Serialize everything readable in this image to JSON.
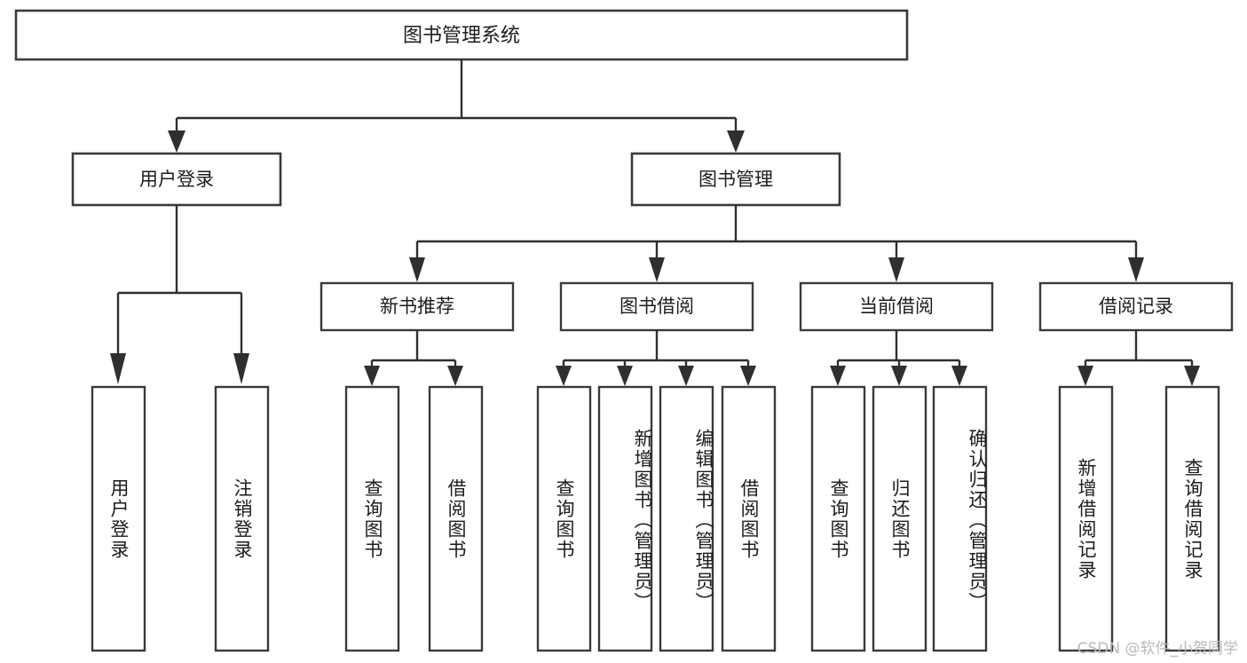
{
  "diagram": {
    "title": "图书管理系统",
    "type": "tree-hierarchy-chart",
    "watermark": "CSDN @软件_小贺同学",
    "colors": {
      "box_stroke": "#3a3a3a",
      "line": "#2f2f2f",
      "text": "#1c1c1c",
      "background": "#ffffff",
      "watermark": "#b9b9b9"
    },
    "root": {
      "label": "图书管理系统"
    },
    "level2": [
      {
        "label": "用户登录"
      },
      {
        "label": "图书管理"
      }
    ],
    "level3": [
      {
        "label": "新书推荐"
      },
      {
        "label": "图书借阅"
      },
      {
        "label": "当前借阅"
      },
      {
        "label": "借阅记录"
      }
    ],
    "leaves_user_login": [
      {
        "label": "用户登录"
      },
      {
        "label": "注销登录"
      }
    ],
    "leaves_new_books": [
      {
        "label": "查询图书"
      },
      {
        "label": "借阅图书"
      }
    ],
    "leaves_borrow": [
      {
        "label": "查询图书"
      },
      {
        "label": "新增图书（管理员）"
      },
      {
        "label": "编辑图书（管理员）"
      },
      {
        "label": "借阅图书"
      }
    ],
    "leaves_current": [
      {
        "label": "查询图书"
      },
      {
        "label": "归还图书"
      },
      {
        "label": "确认归还（管理员）"
      }
    ],
    "leaves_records": [
      {
        "label": "新增借阅记录"
      },
      {
        "label": "查询借阅记录"
      }
    ]
  },
  "chart_data": {
    "type": "table",
    "title": "图书管理系统",
    "nodes": [
      {
        "id": "root",
        "label": "图书管理系统",
        "level": 1,
        "parent": null
      },
      {
        "id": "n2a",
        "label": "用户登录",
        "level": 2,
        "parent": "root"
      },
      {
        "id": "n2b",
        "label": "图书管理",
        "level": 2,
        "parent": "root"
      },
      {
        "id": "n3a",
        "label": "用户登录",
        "level": 3,
        "parent": "n2a"
      },
      {
        "id": "n3b",
        "label": "注销登录",
        "level": 3,
        "parent": "n2a"
      },
      {
        "id": "n3c",
        "label": "新书推荐",
        "level": 3,
        "parent": "n2b"
      },
      {
        "id": "n3d",
        "label": "图书借阅",
        "level": 3,
        "parent": "n2b"
      },
      {
        "id": "n3e",
        "label": "当前借阅",
        "level": 3,
        "parent": "n2b"
      },
      {
        "id": "n3f",
        "label": "借阅记录",
        "level": 3,
        "parent": "n2b"
      },
      {
        "id": "n4a",
        "label": "查询图书",
        "level": 4,
        "parent": "n3c"
      },
      {
        "id": "n4b",
        "label": "借阅图书",
        "level": 4,
        "parent": "n3c"
      },
      {
        "id": "n4c",
        "label": "查询图书",
        "level": 4,
        "parent": "n3d"
      },
      {
        "id": "n4d",
        "label": "新增图书（管理员）",
        "level": 4,
        "parent": "n3d"
      },
      {
        "id": "n4e",
        "label": "编辑图书（管理员）",
        "level": 4,
        "parent": "n3d"
      },
      {
        "id": "n4f",
        "label": "借阅图书",
        "level": 4,
        "parent": "n3d"
      },
      {
        "id": "n4g",
        "label": "查询图书",
        "level": 4,
        "parent": "n3e"
      },
      {
        "id": "n4h",
        "label": "归还图书",
        "level": 4,
        "parent": "n3e"
      },
      {
        "id": "n4i",
        "label": "确认归还（管理员）",
        "level": 4,
        "parent": "n3e"
      },
      {
        "id": "n4j",
        "label": "新增借阅记录",
        "level": 4,
        "parent": "n3f"
      },
      {
        "id": "n4k",
        "label": "查询借阅记录",
        "level": 4,
        "parent": "n3f"
      }
    ]
  }
}
